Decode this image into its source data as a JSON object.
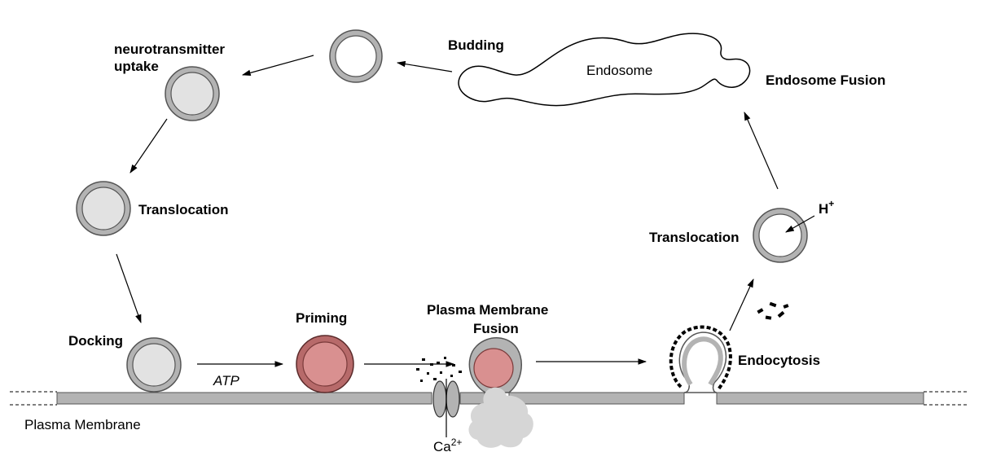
{
  "labels": {
    "neurotransmitter_uptake_line1": "neurotransmitter",
    "neurotransmitter_uptake_line2": "uptake",
    "budding": "Budding",
    "endosome": "Endosome",
    "endosome_fusion": "Endosome Fusion",
    "translocation_left": "Translocation",
    "translocation_right": "Translocation",
    "h_plus_base": "H",
    "h_plus_sup": "+",
    "docking": "Docking",
    "atp": "ATP",
    "priming": "Priming",
    "pm_fusion_line1": "Plasma Membrane",
    "pm_fusion_line2": "Fusion",
    "endocytosis": "Endocytosis",
    "plasma_membrane": "Plasma Membrane",
    "ca_base": "Ca",
    "ca_sup": "2+"
  },
  "colors": {
    "vesicle_gray": "#b3b3b3",
    "vesicle_fill": "#e2e2e2",
    "primed_outer": "#b76a6a",
    "primed_inner": "#d99090",
    "membrane": "#b3b3b3",
    "released_cloud": "#d6d6d6"
  }
}
